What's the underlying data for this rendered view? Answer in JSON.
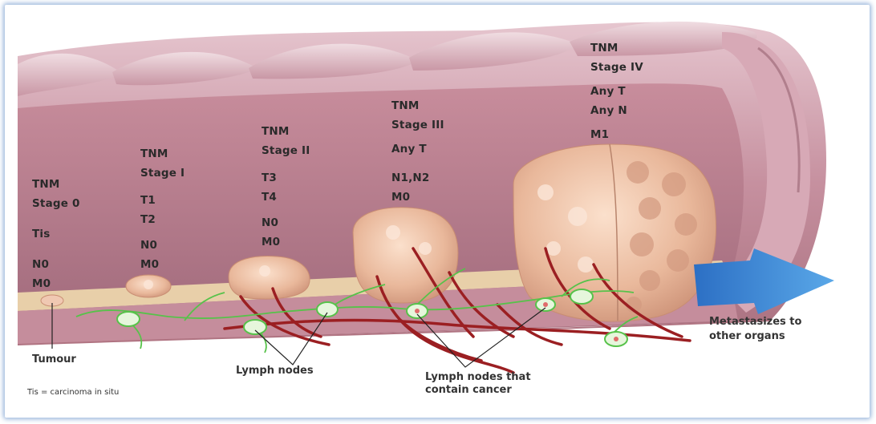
{
  "stages": [
    {
      "id": "stage0",
      "lines": [
        "TNM",
        "Stage 0",
        "",
        "Tis",
        "",
        "N0",
        "M0"
      ]
    },
    {
      "id": "stage1",
      "lines": [
        "TNM",
        "Stage I",
        "",
        "T1",
        "T2",
        "",
        "N0",
        "M0"
      ]
    },
    {
      "id": "stage2",
      "lines": [
        "TNM",
        "Stage II",
        "",
        "T3",
        "T4",
        "",
        "N0",
        "M0"
      ]
    },
    {
      "id": "stage3",
      "lines": [
        "TNM",
        "Stage III",
        "",
        "Any T",
        "",
        "N1,N2",
        "M0"
      ]
    },
    {
      "id": "stage4",
      "lines": [
        "TNM",
        "Stage IV",
        "",
        "Any T",
        "Any N",
        "",
        "M1"
      ]
    }
  ],
  "callouts": {
    "tumour": "Tumour",
    "lymph_nodes": "Lymph nodes",
    "lymph_nodes_cancer_line1": "Lymph nodes that",
    "lymph_nodes_cancer_line2": "contain cancer",
    "metastasizes_line1": "Metastasizes to",
    "metastasizes_line2": "other organs"
  },
  "footnote": "Tis = carcinoma in situ",
  "colors": {
    "colon_wall": "#c98f9e",
    "colon_inner": "#b0788a",
    "tumour": "#e8b79b",
    "vessel": "#9b1f22",
    "lymph": "#57c24a",
    "arrow": "#3f8fd8",
    "frame_glow": "#4678be"
  }
}
